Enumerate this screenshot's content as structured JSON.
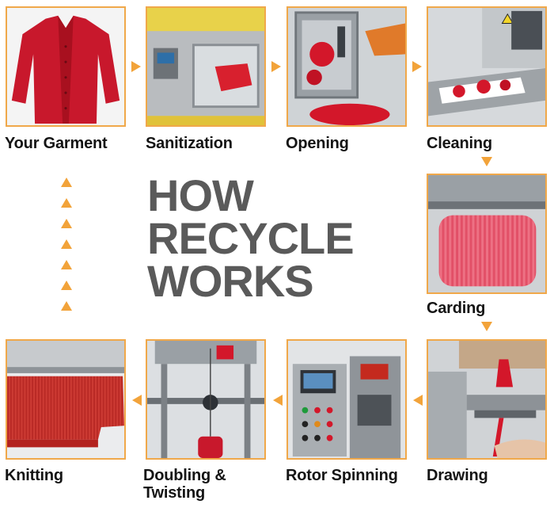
{
  "headline": {
    "line1": "HOW",
    "line2": "RECYCLE",
    "line3": "WORKS"
  },
  "steps": [
    {
      "label": "Your Garment"
    },
    {
      "label": "Sanitization"
    },
    {
      "label": "Opening"
    },
    {
      "label": "Cleaning"
    },
    {
      "label": "Carding"
    },
    {
      "label": "Drawing"
    },
    {
      "label": "Rotor Spinning"
    },
    {
      "label": "Doubling & Twisting"
    },
    {
      "label": "Knitting"
    }
  ],
  "colors": {
    "accent": "#f2a33a",
    "tile_border": "#f0a84a",
    "headline": "#5a5a5a",
    "garment_red": "#c8182c"
  }
}
